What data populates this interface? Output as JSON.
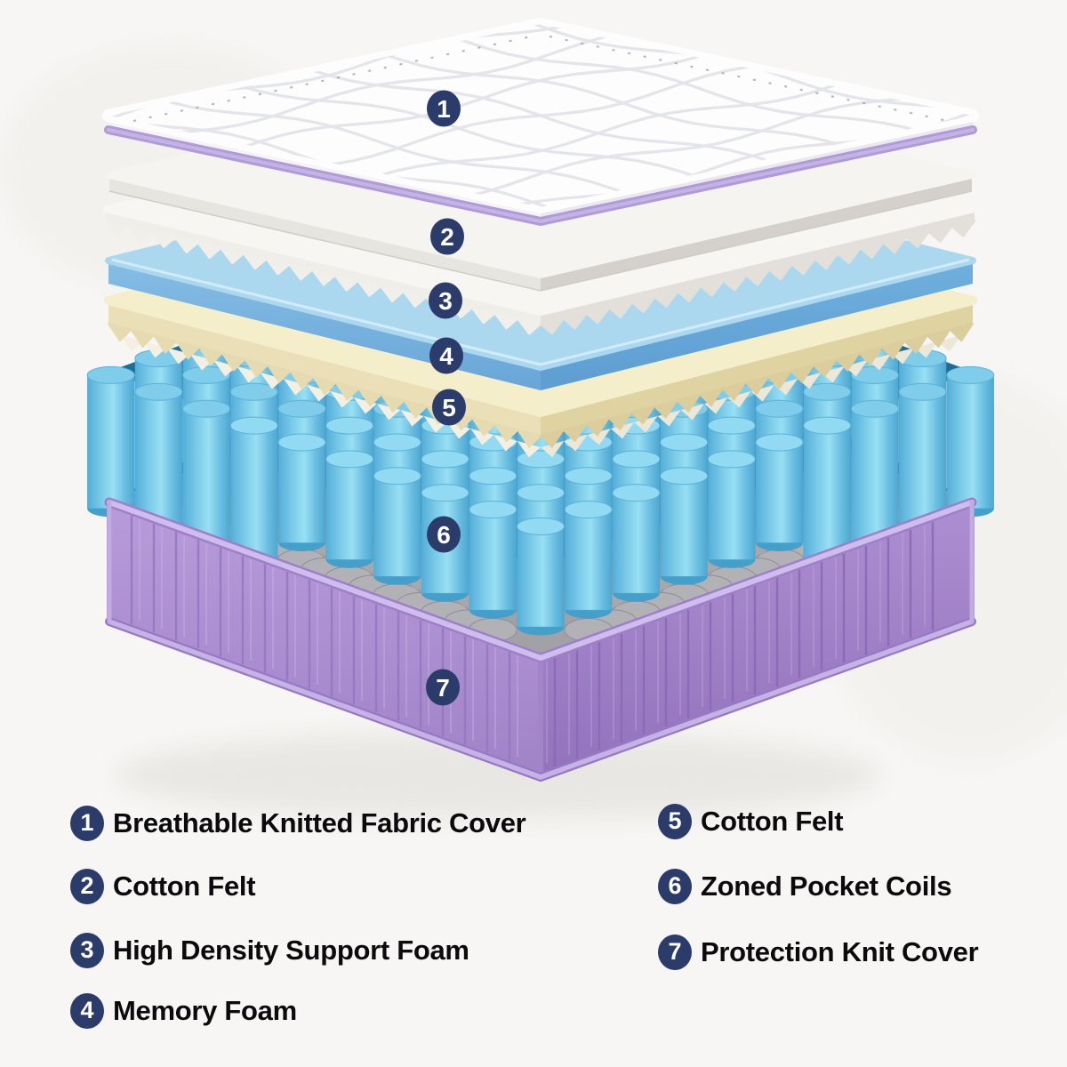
{
  "title": "Mattress exploded layers diagram",
  "diagram": {
    "kind": "mattress-exploded-layers",
    "layer_count": 7
  },
  "items": [
    {
      "num": "1",
      "label": "Breathable Knitted Fabric Cover"
    },
    {
      "num": "2",
      "label": "Cotton Felt"
    },
    {
      "num": "3",
      "label": "High Density Support Foam"
    },
    {
      "num": "4",
      "label": "Memory Foam"
    },
    {
      "num": "5",
      "label": "Cotton Felt"
    },
    {
      "num": "6",
      "label": "Zoned Pocket Coils"
    },
    {
      "num": "7",
      "label": "Protection Knit Cover"
    }
  ],
  "colors": {
    "badge": "#2b3c6a",
    "badge_text": "#ffffff",
    "piping": "#b09ad8",
    "cover_white": "#fdfdfe",
    "felt_white": "#f5f4f1",
    "support_foam": "#f7f6f3",
    "memory_foam_blue": "#abd7ef",
    "cotton_felt_cream": "#f5eecb",
    "coil_blue": "#7fd0ec",
    "coil_gap_teal": "#1c6e96",
    "base_purple": "#b294d6",
    "base_top_gray": "#a2a1a6",
    "legend_text": "#0b0b0d",
    "background": "#f7f6f4"
  }
}
